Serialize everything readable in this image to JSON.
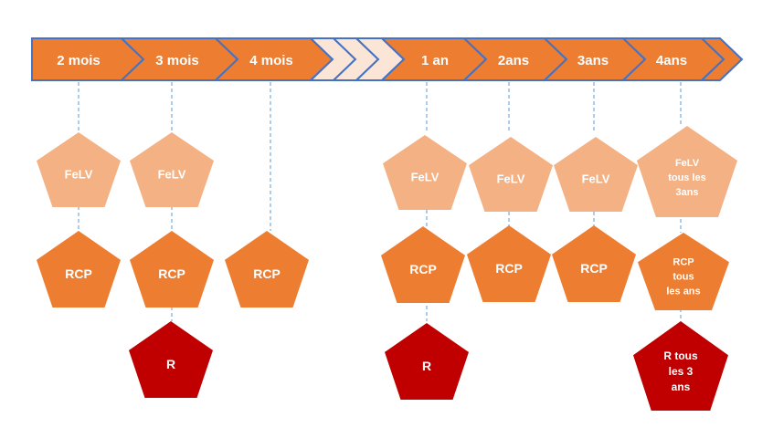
{
  "colors": {
    "arrow_fill": "#ED7D31",
    "arrow_stroke": "#4472C4",
    "gap_fill": "#FBE5D6",
    "light_orange": "#F4B183",
    "orange": "#ED7D31",
    "dark_red": "#C00000",
    "connector": "#5B9BD5",
    "text": "#ffffff"
  },
  "timeline": {
    "labels": [
      "2 mois",
      "3 mois",
      "4 mois",
      "",
      "",
      "1 an",
      "2ans",
      "3ans",
      "4ans",
      ""
    ]
  },
  "felv": [
    "FeLV",
    "FeLV",
    "FeLV",
    "FeLV",
    "FeLV",
    "FeLV\ntous les\n3ans"
  ],
  "rcp": [
    "RCP",
    "RCP",
    "RCP",
    "RCP",
    "RCP",
    "RCP",
    "RCP\ntous\nles ans"
  ],
  "r": [
    "R",
    "R",
    "R  tous\nles 3\nans"
  ]
}
